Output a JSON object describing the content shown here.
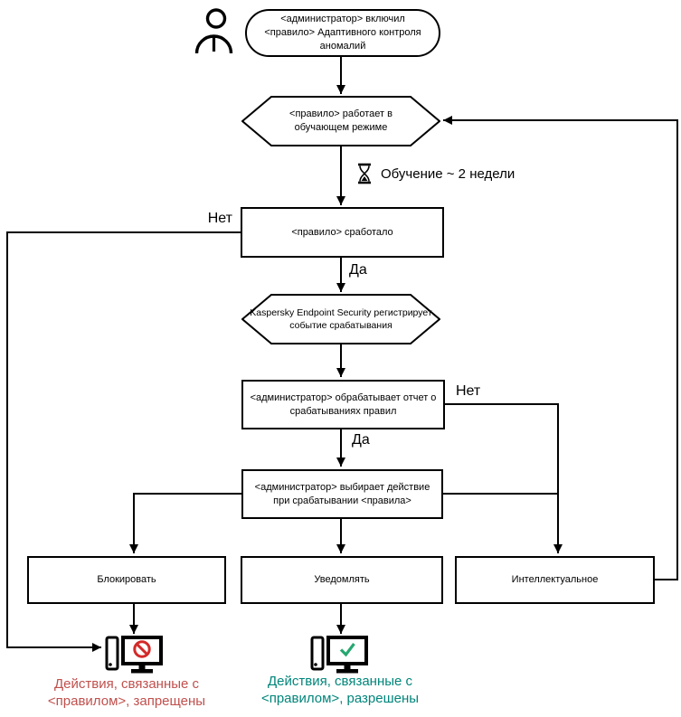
{
  "nodes": {
    "start": {
      "label": "<администратор> включил <правило> Адаптивного контроля аномалий"
    },
    "learning_mode": {
      "label": "<правило> работает в обучающем режиме"
    },
    "rule_triggered": {
      "label": "<правило> сработало"
    },
    "kes_registers": {
      "label": "Kaspersky Endpoint Security регистрирует событие срабатывания"
    },
    "admin_report": {
      "label": "<администратор> обрабатывает отчет о срабатываниях правил"
    },
    "admin_action": {
      "label": "<администратор> выбирает действие при срабатывании <правила>"
    },
    "action_block": {
      "label": "Блокировать"
    },
    "action_notify": {
      "label": "Уведомлять"
    },
    "action_smart": {
      "label": "Интеллектуальное"
    }
  },
  "labels": {
    "no_rule_triggered": "Нет",
    "yes_rule_triggered": "Да",
    "no_admin_report": "Нет",
    "yes_admin_report": "Да",
    "learning_duration": "Обучение ~ 2 недели"
  },
  "outcomes": {
    "forbidden": {
      "text": "Действия, связанные с <правилом>, запрещены",
      "color": "#c0504d"
    },
    "allowed": {
      "text": "Действия, связанные с <правилом>, разрешены",
      "color": "#00857a"
    }
  },
  "icons": {
    "person": "person-icon",
    "hourglass": "hourglass-icon",
    "blocked_computer": "blocked-computer-icon",
    "allowed_computer": "allowed-computer-icon"
  },
  "colors": {
    "stroke": "#000000",
    "forbidden_text": "#c0504d",
    "allowed_text": "#00857a",
    "prohibition_sign": "#d32a2a",
    "checkmark": "#27a770"
  }
}
